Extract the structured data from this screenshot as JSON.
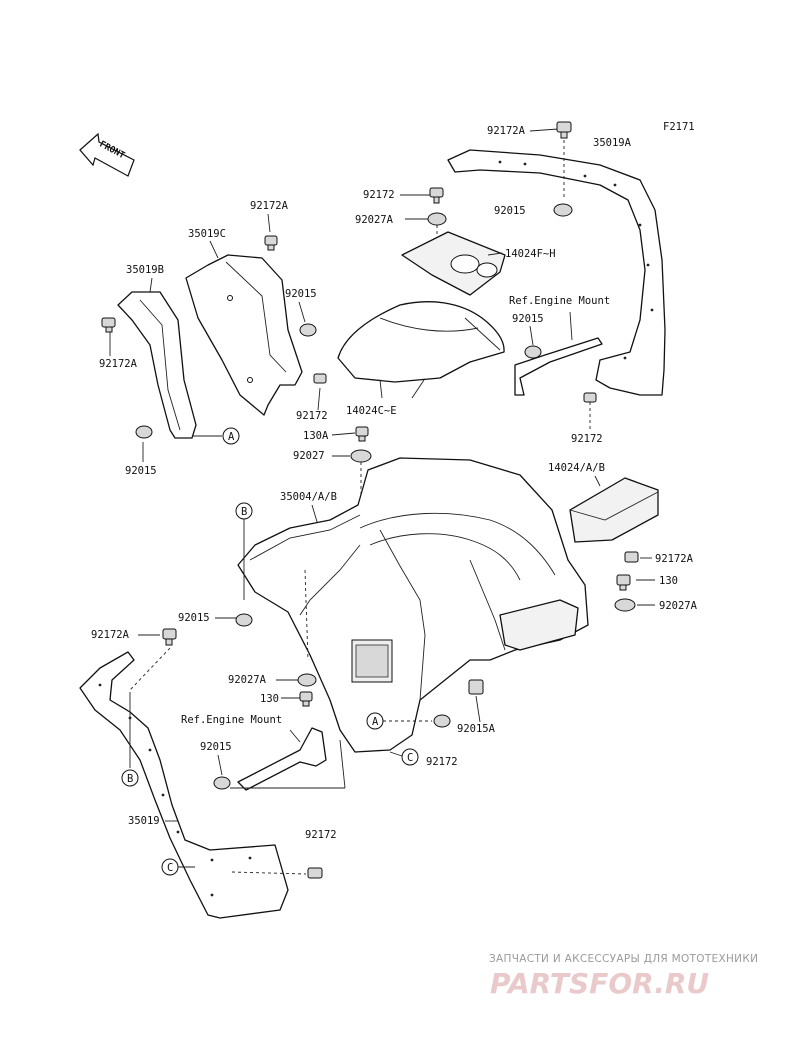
{
  "figure_code": "F2171",
  "front_label": "FRONT",
  "labels": {
    "l_92172A_top": "92172A",
    "l_35019A": "35019A",
    "l_92172_top": "92172",
    "l_92027A_top": "92027A",
    "l_92015_topright": "92015",
    "l_14024FH": "14024F~H",
    "l_ref_engine_top": "Ref.Engine Mount",
    "l_92015_refmount": "92015",
    "l_92172_r": "92172",
    "l_140240E": "14024C~E",
    "l_35019C": "35019C",
    "l_92172A_c": "92172A",
    "l_92015_c": "92015",
    "l_92172_c": "92172",
    "l_35019B": "35019B",
    "l_92172A_b": "92172A",
    "l_92015_b": "92015",
    "l_130A": "130A",
    "l_92027": "92027",
    "l_35004": "35004/A/B",
    "l_14024AB": "14024/A/B",
    "l_92172A_r": "92172A",
    "l_130_r": "130",
    "l_92027A_r": "92027A",
    "l_92015_mid": "92015",
    "l_92172A_left": "92172A",
    "l_92027A_mid": "92027A",
    "l_130_mid": "130",
    "l_ref_engine_mid": "Ref.Engine Mount",
    "l_92015A": "92015A",
    "l_92015_low": "92015",
    "l_92172_low": "92172",
    "l_35019": "35019",
    "l_92172_bottom": "92172"
  },
  "callouts": {
    "a1": "A",
    "a2": "A",
    "b1": "B",
    "b2": "B",
    "c1": "C",
    "c2": "C"
  },
  "watermark": {
    "line1": "ЗАПЧАСТИ И АКСЕССУАРЫ ДЛЯ МОТОТЕХНИКИ",
    "line2": "PARTSFOR.RU"
  }
}
